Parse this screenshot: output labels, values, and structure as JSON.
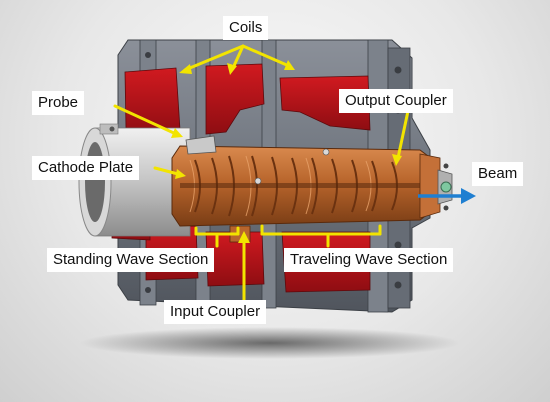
{
  "labels": {
    "coils": "Coils",
    "probe": "Probe",
    "output_coupler": "Output Coupler",
    "cathode_plate": "Cathode Plate",
    "beam": "Beam",
    "standing_wave_section": "Standing Wave Section",
    "traveling_wave_section": "Traveling Wave Section",
    "input_coupler": "Input Coupler"
  },
  "colors": {
    "annotation_arrows": "#f2e400",
    "beam_arrow": "#1f7fd1",
    "coils": "#b51219",
    "copper_structure": "#b8652c",
    "housing": "#6d737c"
  }
}
